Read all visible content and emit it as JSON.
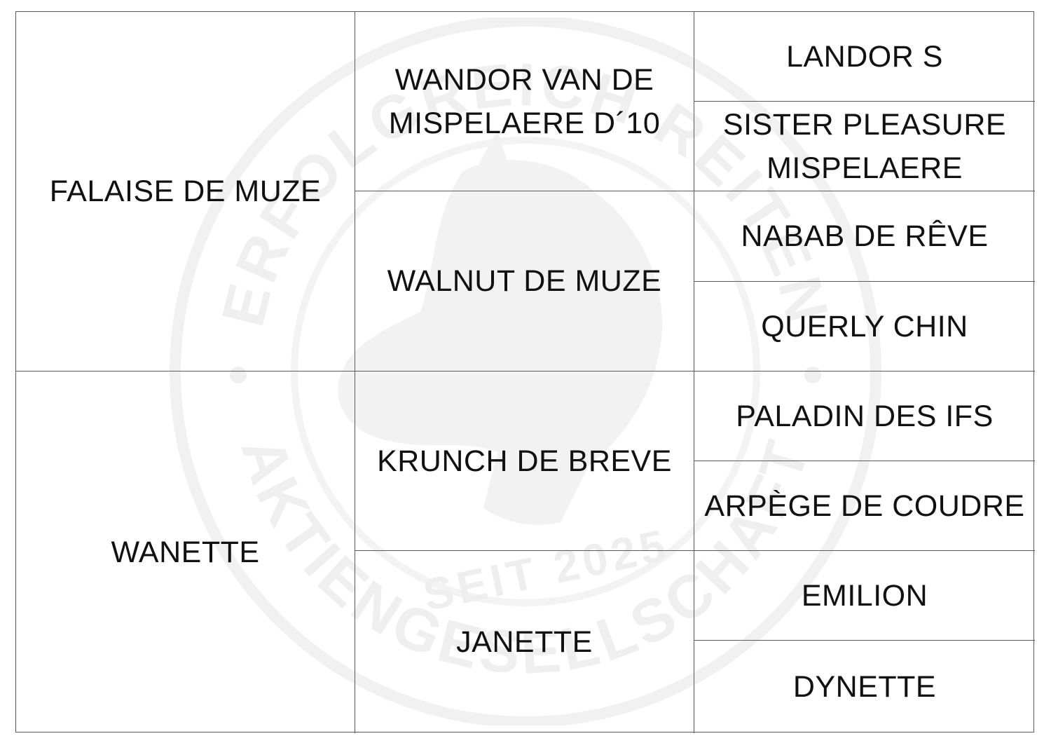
{
  "pedigree": {
    "sire": "FALAISE DE MUZE",
    "dam": "WANETTE",
    "sire_sire": "WANDOR VAN DE\nMISPELAERE D´10",
    "sire_dam": "WALNUT DE MUZE",
    "dam_sire": "KRUNCH DE BREVE",
    "dam_dam": "JANETTE",
    "sss": "LANDOR S",
    "ssd": "SISTER PLEASURE\nMISPELAERE",
    "sds": "NABAB DE RÊVE",
    "sdd": "QUERLY CHIN",
    "dss": "PALADIN DES IFS",
    "dsd": "ARPÈGE DE COUDRE",
    "dds": "EMILION",
    "ddd": "DYNETTE"
  },
  "watermark": {
    "top_text": "ERFOLGREICH REITEN",
    "bottom_text": "AKTIENGESELLSCHAFT",
    "since": "SEIT 2025",
    "logo_icon": "horse-head-icon",
    "color": "#efefef"
  }
}
